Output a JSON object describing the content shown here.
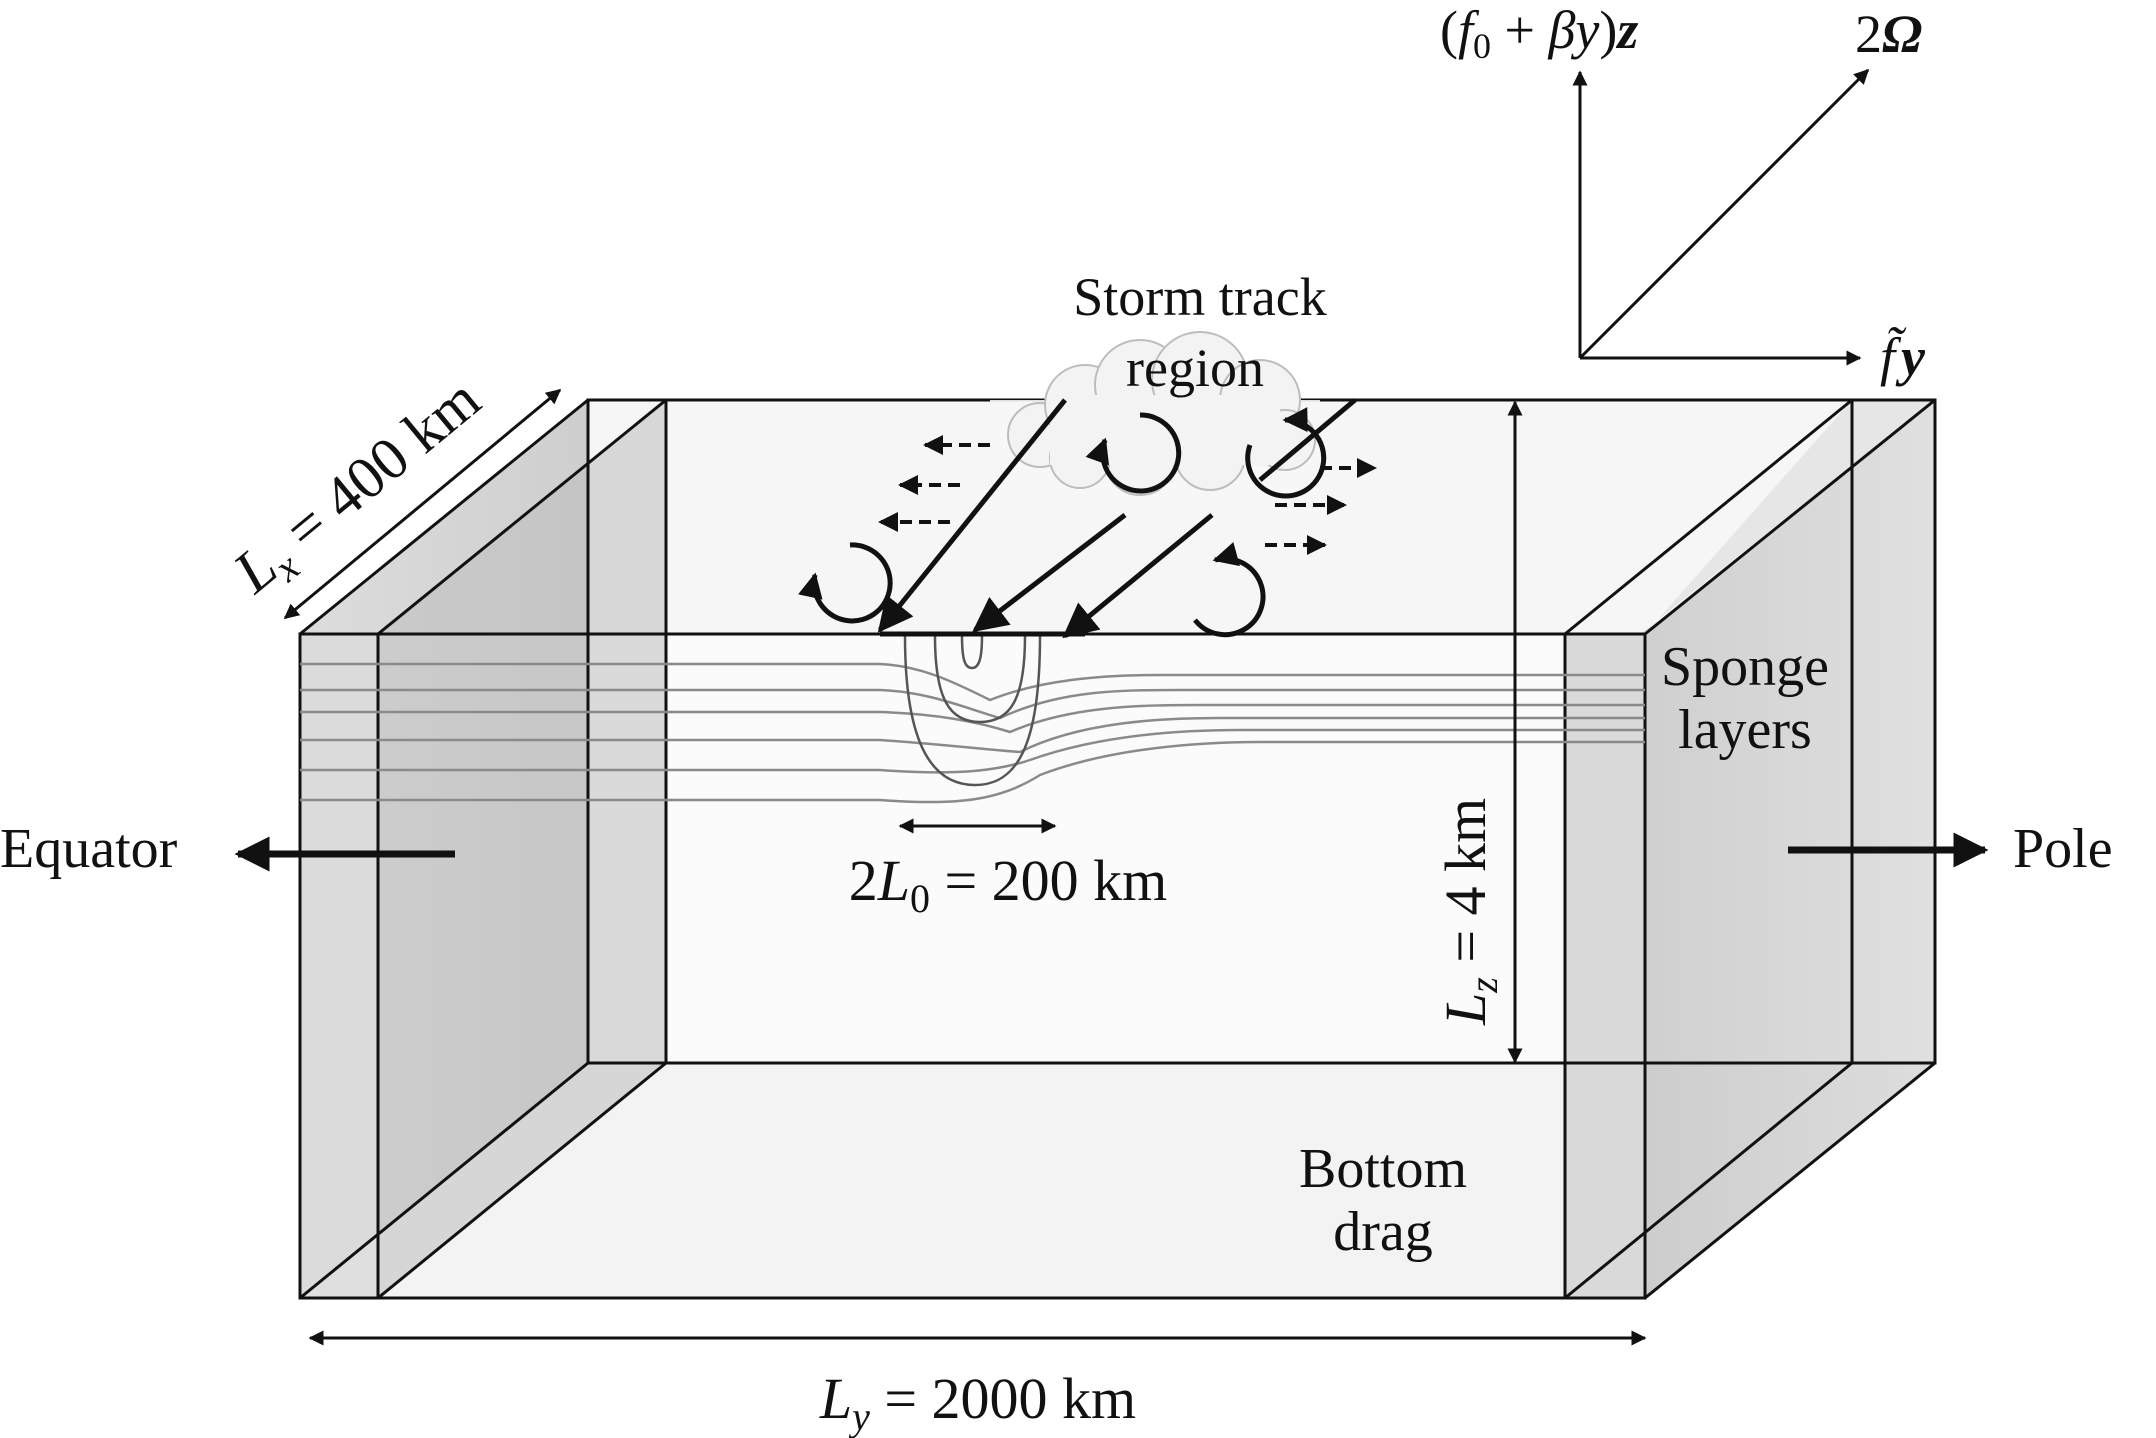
{
  "labels": {
    "storm_track_line1": "Storm track",
    "storm_track_line2": "region",
    "sponge_line1": "Sponge",
    "sponge_line2": "layers",
    "bottom_line1": "Bottom",
    "bottom_line2": "drag",
    "equator": "Equator",
    "pole": "Pole"
  },
  "axes": {
    "vertical": {
      "paren_open": "(",
      "f": "f",
      "sub0": "0",
      "plus": " + ",
      "beta": "β",
      "y": "y",
      "paren_close": ")",
      "z": "z"
    },
    "diagonal": {
      "two": "2",
      "omega": "Ω"
    },
    "horizontal": {
      "f_tilde": "f̃",
      "y": "y"
    }
  },
  "dimensions": {
    "lx": {
      "symbol": "L",
      "sub": "x",
      "value": " = 400 km"
    },
    "ly": {
      "symbol": "L",
      "sub": "y",
      "value": " = 2000 km"
    },
    "lz": {
      "symbol": "L",
      "sub": "z",
      "value": " = 4 km"
    },
    "l0": {
      "prefix": "2",
      "symbol": "L",
      "sub": "0",
      "value": " = 200 km"
    }
  },
  "colors": {
    "line": "#111111",
    "box_face": "#e6e6e6",
    "sponge_face": "#cfcfcf",
    "isotherm": "#8a8a8a",
    "cloud": "#f2f2f2"
  }
}
